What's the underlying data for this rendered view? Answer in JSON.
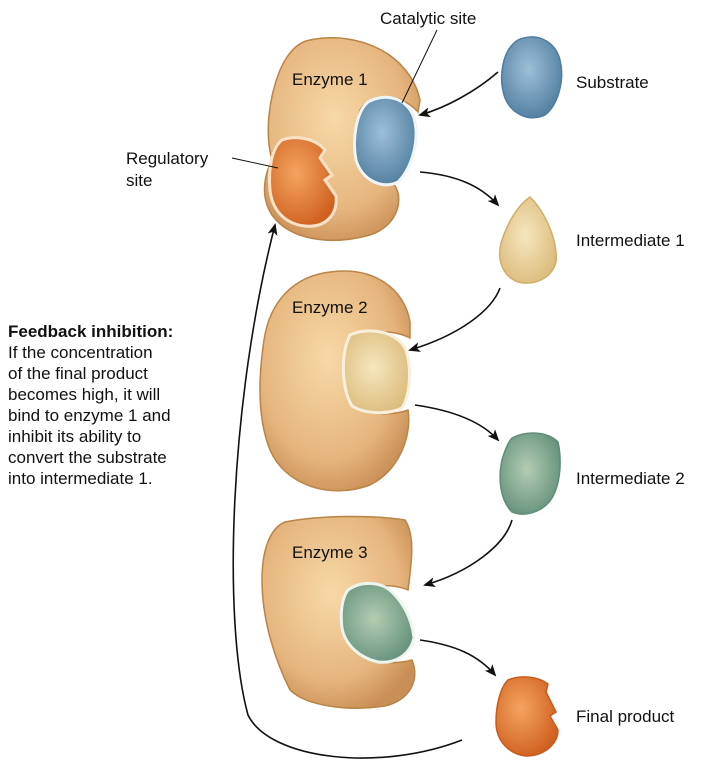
{
  "colors": {
    "enzyme": "#e2b27b",
    "substrate": "#6f97b6",
    "intermediate1": "#ecd49a",
    "intermediate2": "#86a98d",
    "final_product": "#e07936",
    "arrow": "#111111"
  },
  "labels": {
    "catalytic_site": "Catalytic site",
    "enzyme1": "Enzyme 1",
    "enzyme2": "Enzyme 2",
    "enzyme3": "Enzyme 3",
    "regulatory_site_line1": "Regulatory",
    "regulatory_site_line2": "site",
    "substrate": "Substrate",
    "intermediate1": "Intermediate 1",
    "intermediate2": "Intermediate 2",
    "final_product": "Final product"
  },
  "feedback": {
    "title": "Feedback inhibition:",
    "lines": [
      "If the concentration",
      "of the final product",
      "becomes high, it will",
      "bind to enzyme 1 and",
      "inhibit its ability to",
      "convert the substrate",
      "into intermediate 1."
    ]
  }
}
